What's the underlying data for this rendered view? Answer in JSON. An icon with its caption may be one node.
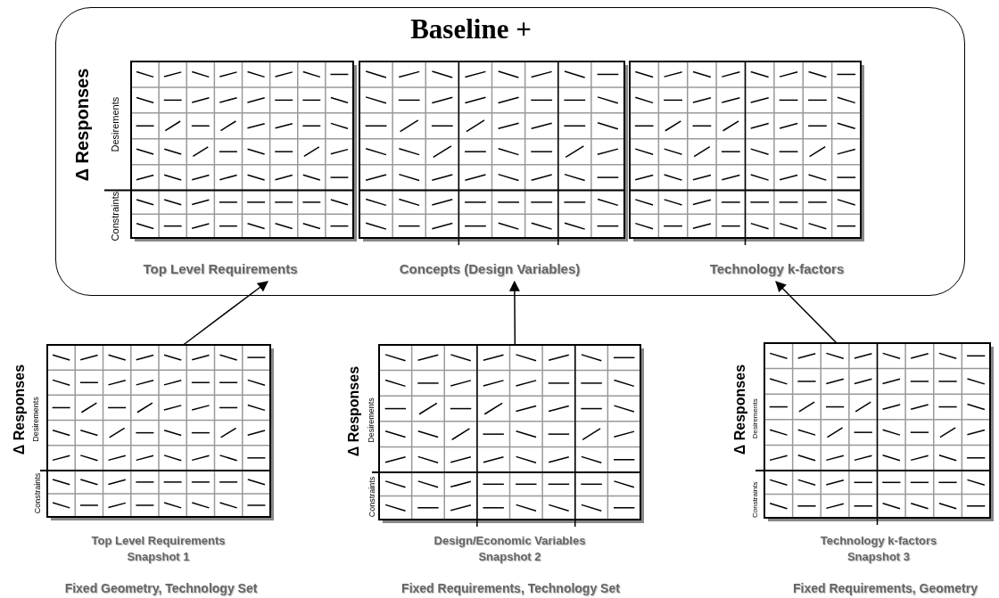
{
  "diagram": {
    "nodes": [
      {
        "text": [
          "Baseline +"
        ]
      },
      {
        "text": [
          "Top Level Requirements"
        ],
        "in": 0
      },
      {
        "text": [
          "Concepts (Design Variables)"
        ],
        "in": 0
      },
      {
        "text": [
          "Technology k-factors"
        ],
        "in": 0
      },
      {
        "text": [],
        "shape": "picture",
        "beside": [
          "Top Level Requirements Snapshot 1",
          "Fixed Geometry, Technology Set"
        ]
      },
      {
        "text": [],
        "shape": "picture",
        "beside": [
          "Design/Economic Variables Snapshot 2",
          "Fixed Requirements, Technology Set"
        ]
      },
      {
        "text": [],
        "shape": "picture",
        "beside": [
          "Technology k-factors Snapshot 3",
          "Fixed Requirements, Geometry"
        ]
      }
    ],
    "edges": [
      {
        "from": 4,
        "to": 1,
        "arrow": "to"
      },
      {
        "from": 5,
        "to": 2,
        "arrow": "to"
      },
      {
        "from": 6,
        "to": 3,
        "arrow": "to"
      }
    ],
    "labels": [
      "Δ Responses",
      "Desirements",
      "Constraints",
      "Δ Responses",
      "Desirements",
      "Constraints",
      "Δ Responses",
      "Desirements",
      "Constraints",
      "Δ Responses",
      "Desirements",
      "Constraints"
    ]
  }
}
